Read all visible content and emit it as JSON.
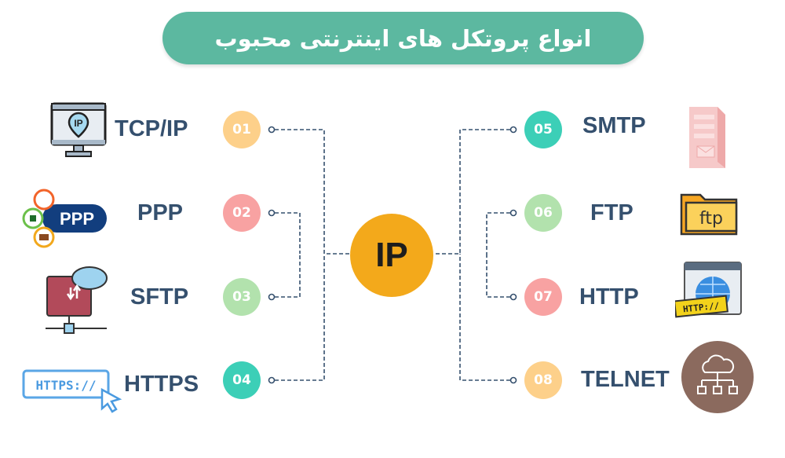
{
  "title": "انواع پروتکل های اینترنتی محبوب",
  "center": {
    "label": "IP",
    "color": "#f3a91b"
  },
  "left": [
    {
      "num": "01",
      "label": "TCP/IP",
      "color": "#fdd08a",
      "icon": "monitor-ip-icon"
    },
    {
      "num": "02",
      "label": "PPP",
      "color": "#f8a2a2",
      "icon": "ppp-logo-icon"
    },
    {
      "num": "03",
      "label": "SFTP",
      "color": "#b2e2ad",
      "icon": "cloud-folder-transfer-icon"
    },
    {
      "num": "04",
      "label": "HTTPS",
      "color": "#3ccfb7",
      "icon": "https-cursor-icon"
    }
  ],
  "right": [
    {
      "num": "05",
      "label": "SMTP",
      "color": "#3ccfb7",
      "icon": "mail-server-icon"
    },
    {
      "num": "06",
      "label": "FTP",
      "color": "#b2e2ad",
      "icon": "ftp-folder-icon"
    },
    {
      "num": "07",
      "label": "HTTP",
      "color": "#f8a2a2",
      "icon": "http-globe-icon"
    },
    {
      "num": "08",
      "label": "TELNET",
      "color": "#fdd08a",
      "icon": "cloud-network-icon"
    }
  ],
  "icon_text": {
    "ip": "IP",
    "ppp": "PPP",
    "https": "HTTPS://",
    "ftp": "ftp",
    "http": "HTTP://"
  }
}
